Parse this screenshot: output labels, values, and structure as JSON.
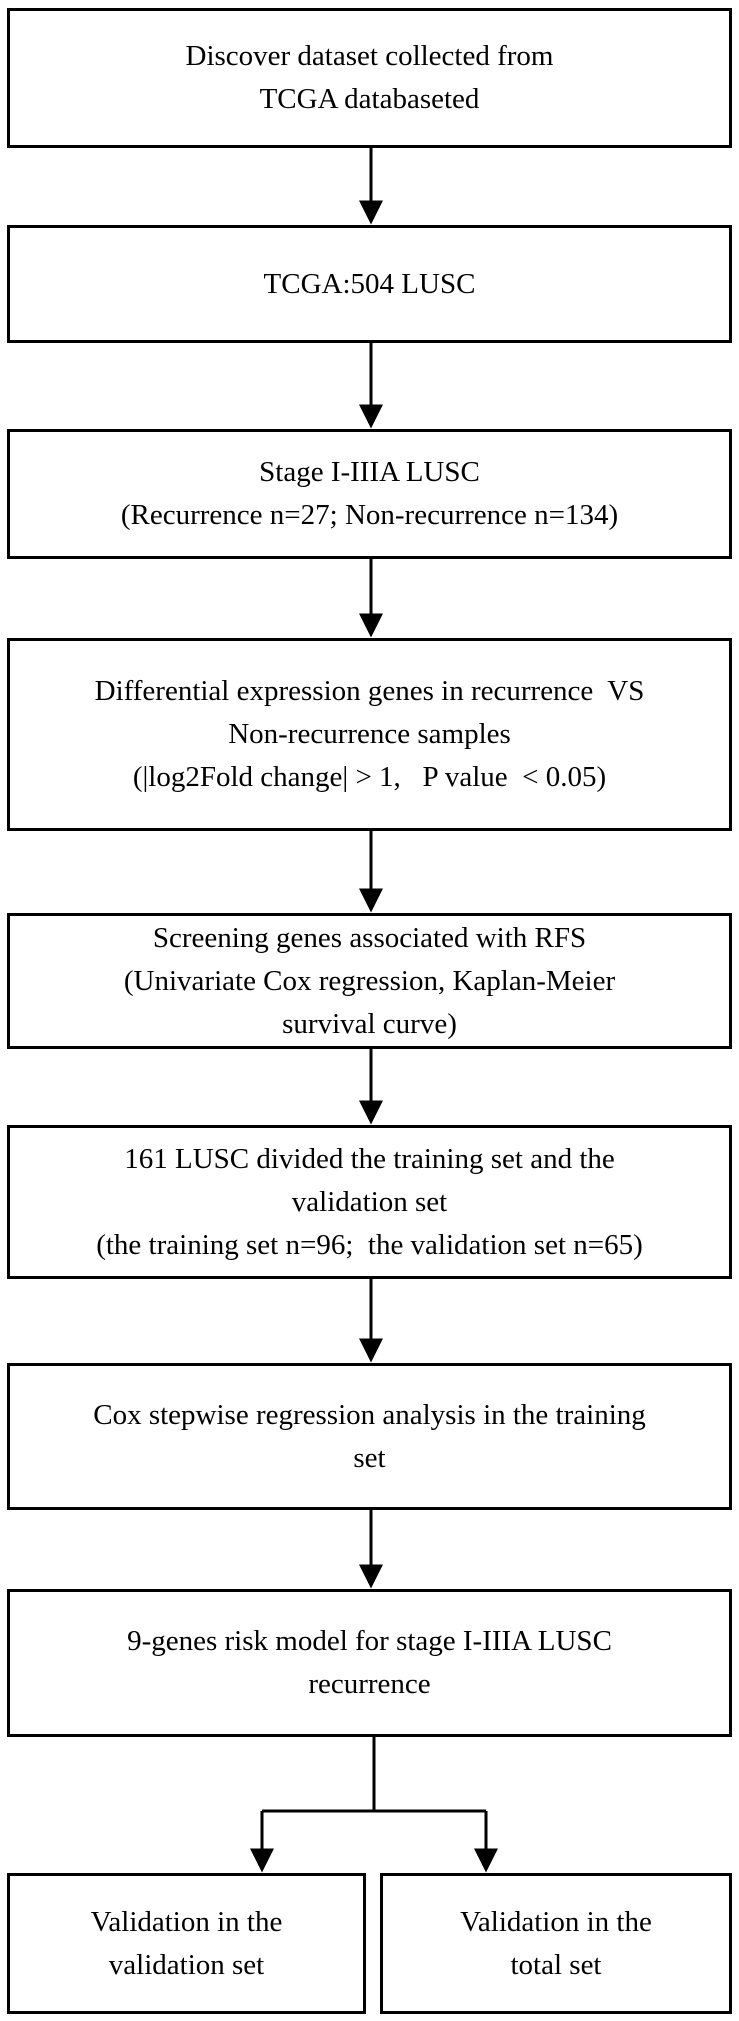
{
  "steps": {
    "discover": {
      "line1": "Discover dataset collected from",
      "line2": "TCGA databaseted"
    },
    "tcga": {
      "line1": "TCGA:504 LUSC"
    },
    "stage": {
      "line1": "Stage I-IIIA LUSC",
      "line2": "(Recurrence n=27; Non-recurrence n=134)"
    },
    "deg": {
      "line1": "Differential expression genes in recurrence  VS",
      "line2": "Non-recurrence samples",
      "line3": "(|log2Fold change| > 1,   P value  < 0.05)"
    },
    "screening": {
      "line1": "Screening genes associated with RFS",
      "line2": "(Univariate Cox regression, Kaplan-Meier",
      "line3": "survival curve)"
    },
    "split": {
      "line1": "161 LUSC divided the training set and the",
      "line2": "validation set",
      "line3": "(the training set n=96;  the validation set n=65)"
    },
    "cox": {
      "line1": "Cox stepwise regression analysis in the training",
      "line2": "set"
    },
    "model": {
      "line1": "9-genes risk model for stage I-IIIA LUSC",
      "line2": "recurrence"
    },
    "validation": {
      "line1": "Validation in the",
      "line2": "validation set"
    },
    "total": {
      "line1": "Validation in the",
      "line2": "total set"
    }
  }
}
